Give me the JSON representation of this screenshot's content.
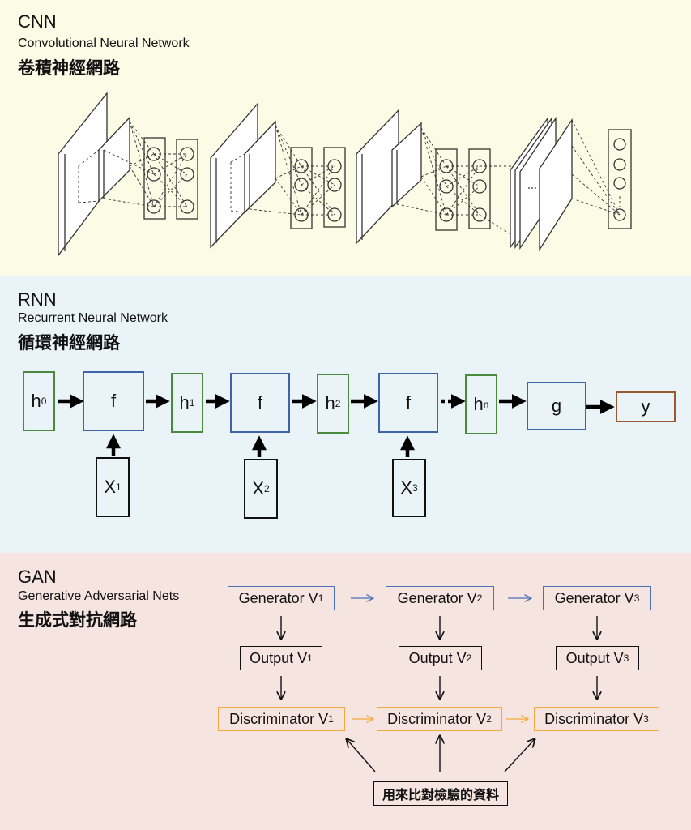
{
  "cnn": {
    "title": "CNN",
    "subtitle": "Convolutional Neural Network",
    "zh": "卷積神經網路"
  },
  "rnn": {
    "title": "RNN",
    "subtitle": "Recurrent Neural Network",
    "zh": "循環神經網路",
    "h0": "h",
    "h0_sup": "0",
    "h1": "h",
    "h1_sup": "1",
    "h2": "h",
    "h2_sup": "2",
    "hn": "h",
    "hn_sup": "n",
    "f": "f",
    "g": "g",
    "y": "y",
    "x1": "X",
    "x1_sup": "1",
    "x2": "X",
    "x2_sup": "2",
    "x3": "X",
    "x3_sup": "3"
  },
  "gan": {
    "title": "GAN",
    "subtitle": "Generative Adversarial Nets",
    "zh": "生成式對抗網路",
    "gen": "Generator V",
    "out": "Output V",
    "disc": "Discriminator V",
    "n1": "1",
    "n2": "2",
    "n3": "3",
    "data": "用來比對檢驗的資料"
  },
  "colors": {
    "green": "#4a8a3c",
    "blue": "#3d63a8",
    "orange": "#f2a93b",
    "brown": "#9a5a2e"
  }
}
